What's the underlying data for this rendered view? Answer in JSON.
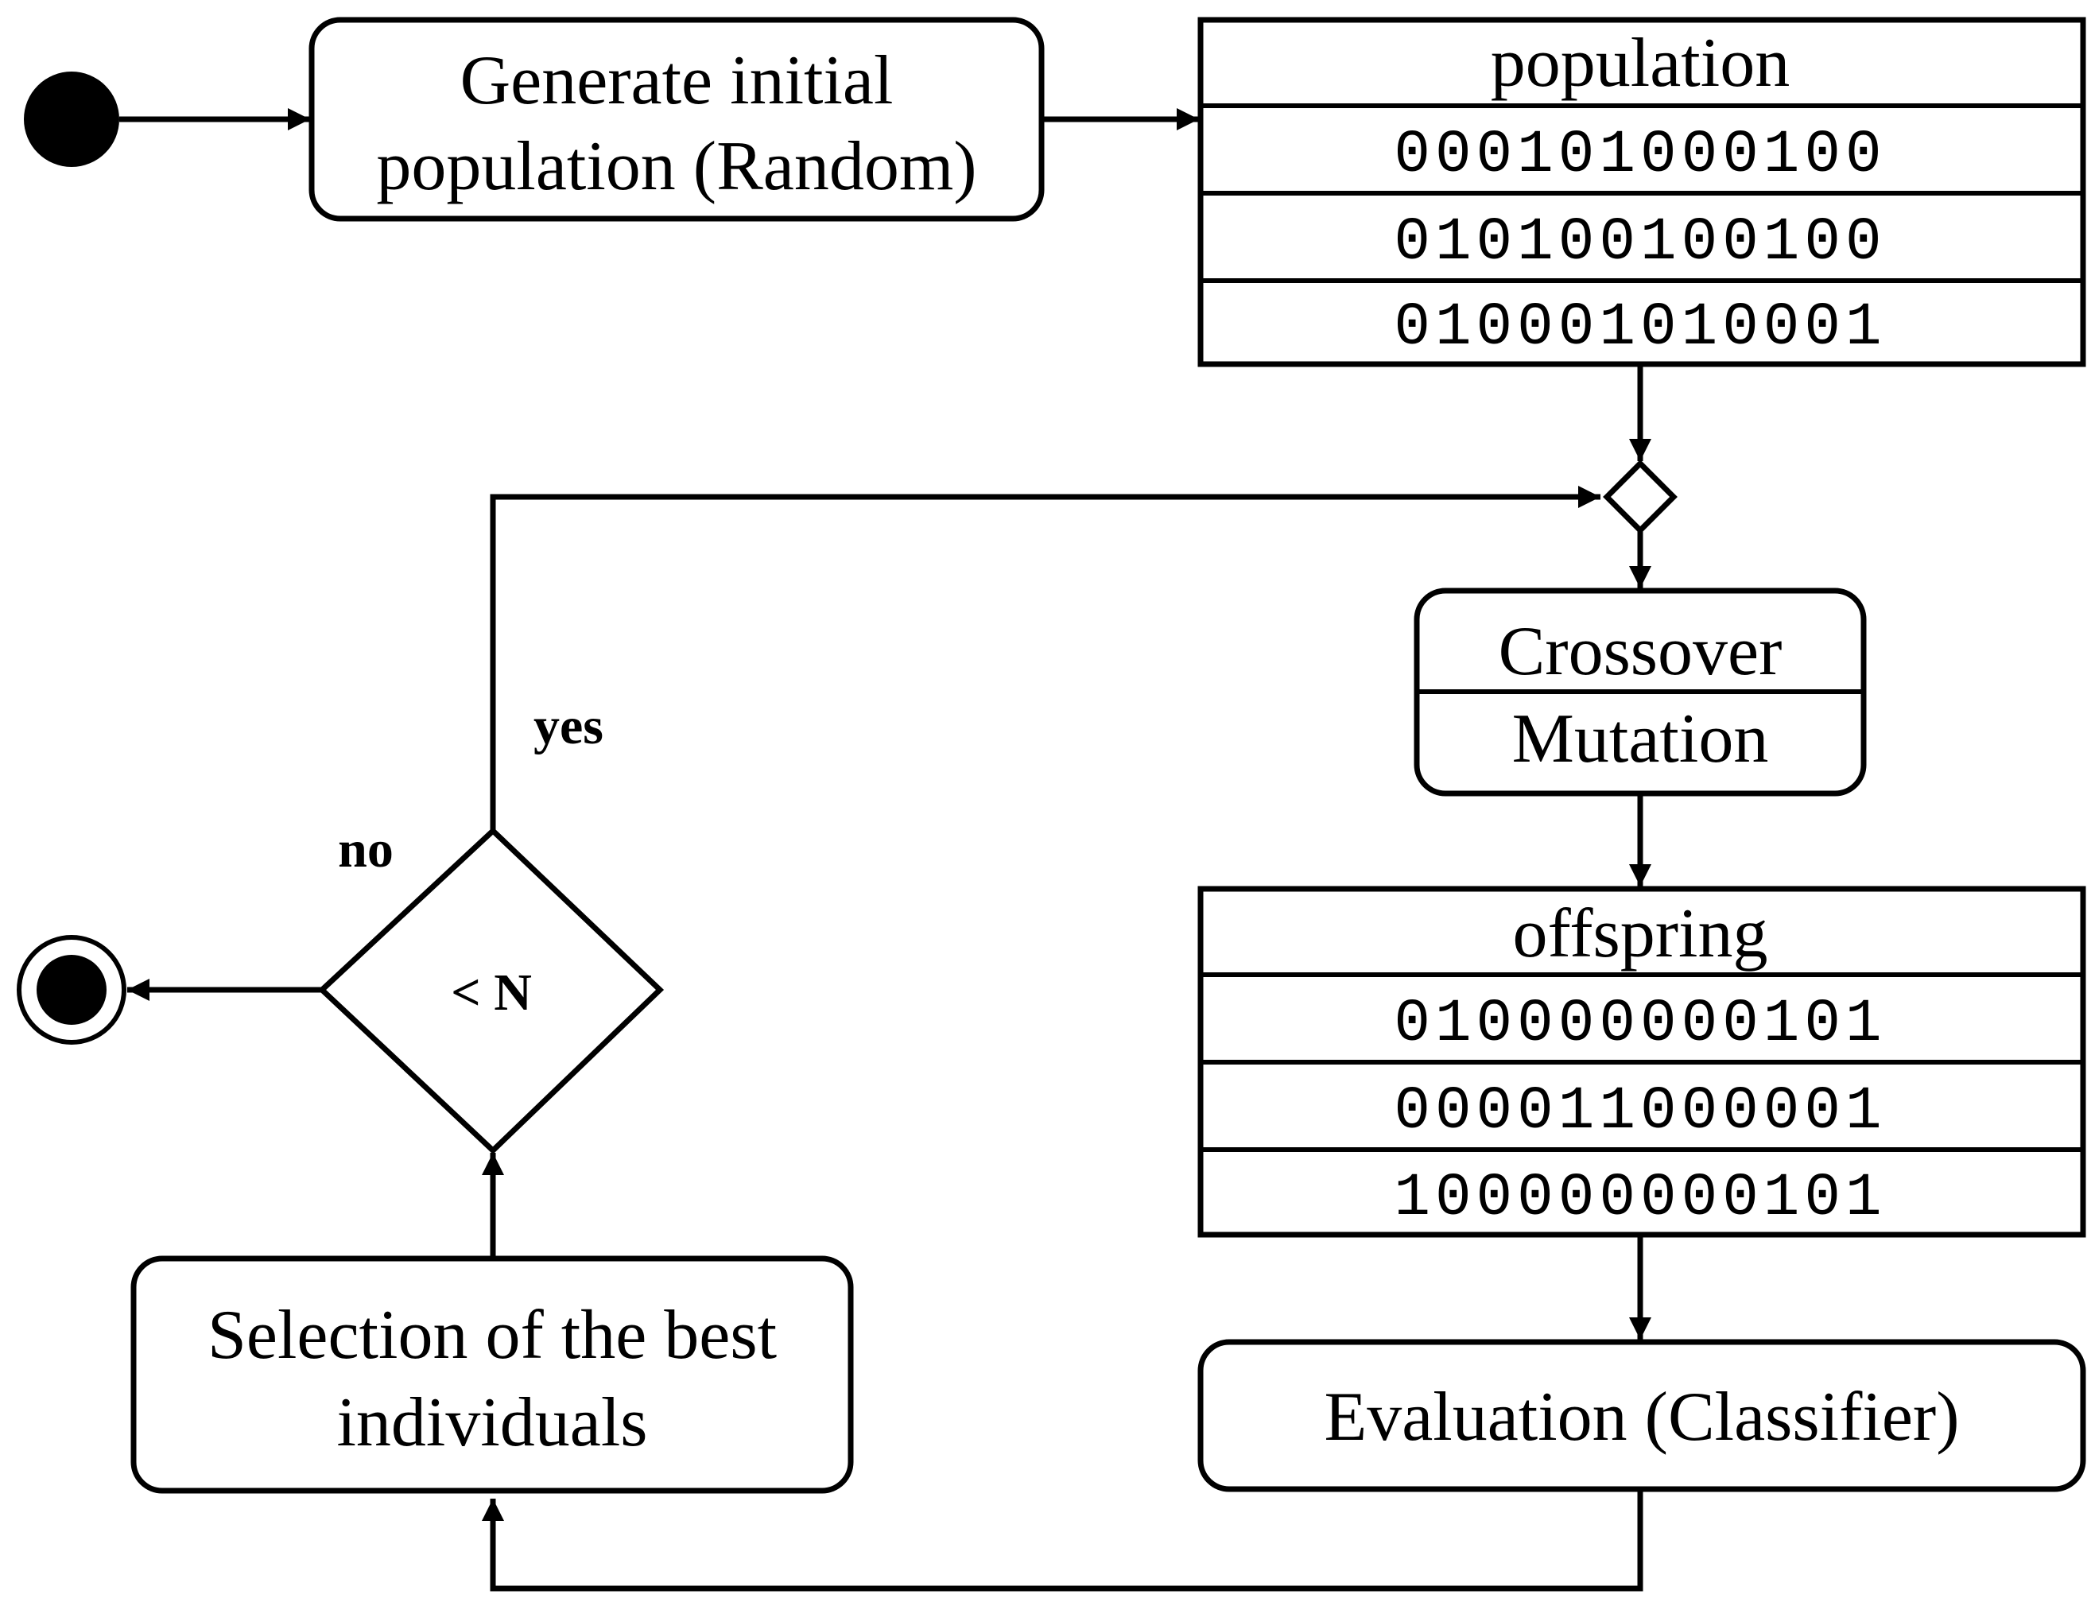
{
  "nodes": {
    "generate": {
      "line1": "Generate initial",
      "line2": "population (Random)"
    },
    "population": {
      "title": "population",
      "rows": [
        "000101000100",
        "010100100100",
        "010001010001"
      ]
    },
    "variation": {
      "top": "Crossover",
      "bottom": "Mutation"
    },
    "offspring": {
      "title": "offspring",
      "rows": [
        "010000000101",
        "000011000001",
        "100000000101"
      ]
    },
    "evaluation": {
      "label": "Evaluation (Classifier)"
    },
    "selection": {
      "line1": "Selection of the best",
      "line2": "individuals"
    },
    "decision": {
      "label": "< N"
    }
  },
  "guards": {
    "yes": "yes",
    "no": "no"
  }
}
